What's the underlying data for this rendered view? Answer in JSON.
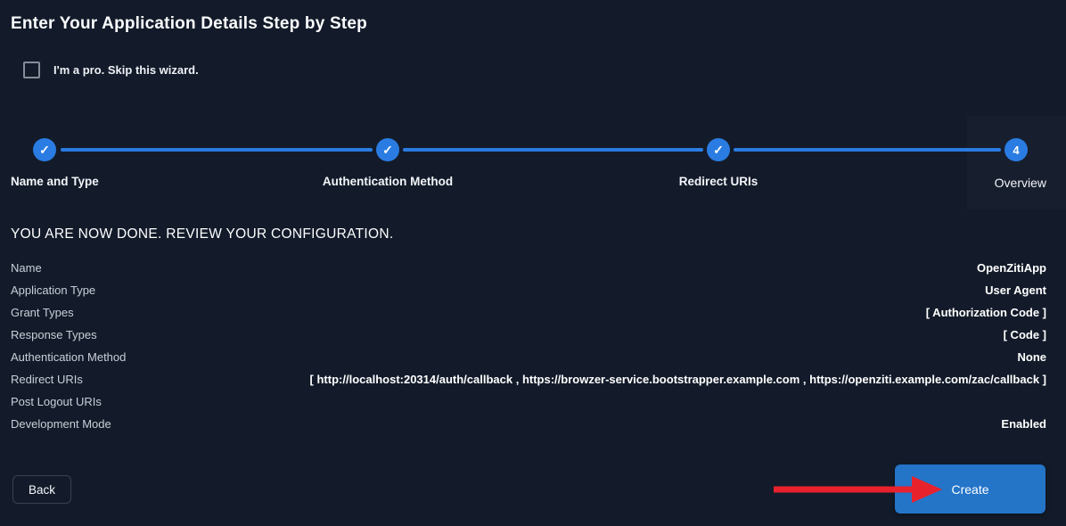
{
  "page": {
    "title": "Enter Your Application Details Step by Step"
  },
  "skip": {
    "label": "I'm a pro. Skip this wizard."
  },
  "stepper": {
    "check_glyph": "✓",
    "steps": [
      {
        "label": "Name and Type",
        "status": "done"
      },
      {
        "label": "Authentication Method",
        "status": "done"
      },
      {
        "label": "Redirect URIs",
        "status": "done"
      },
      {
        "label": "Overview",
        "status": "current",
        "number": "4"
      }
    ]
  },
  "review": {
    "heading": "YOU ARE NOW DONE. REVIEW YOUR CONFIGURATION.",
    "rows": [
      {
        "label": "Name",
        "value": "OpenZitiApp"
      },
      {
        "label": "Application Type",
        "value": "User Agent"
      },
      {
        "label": "Grant Types",
        "value": "[ Authorization Code ]"
      },
      {
        "label": "Response Types",
        "value": "[ Code ]"
      },
      {
        "label": "Authentication Method",
        "value": "None"
      },
      {
        "label": "Redirect URIs",
        "value": "[ http://localhost:20314/auth/callback , https://browzer-service.bootstrapper.example.com , https://openziti.example.com/zac/callback ]"
      },
      {
        "label": "Post Logout URIs",
        "value": ""
      },
      {
        "label": "Development Mode",
        "value": "Enabled"
      }
    ]
  },
  "footer": {
    "back_label": "Back",
    "create_label": "Create"
  },
  "colors": {
    "background": "#131b2a",
    "active_step_panel": "#171f2e",
    "stepper_blue": "#2a7ce2",
    "create_button_blue": "#2474c8",
    "annotation_arrow_red": "#e8222d",
    "label_gray": "#c9cfd8",
    "value_white": "#ffffff"
  }
}
